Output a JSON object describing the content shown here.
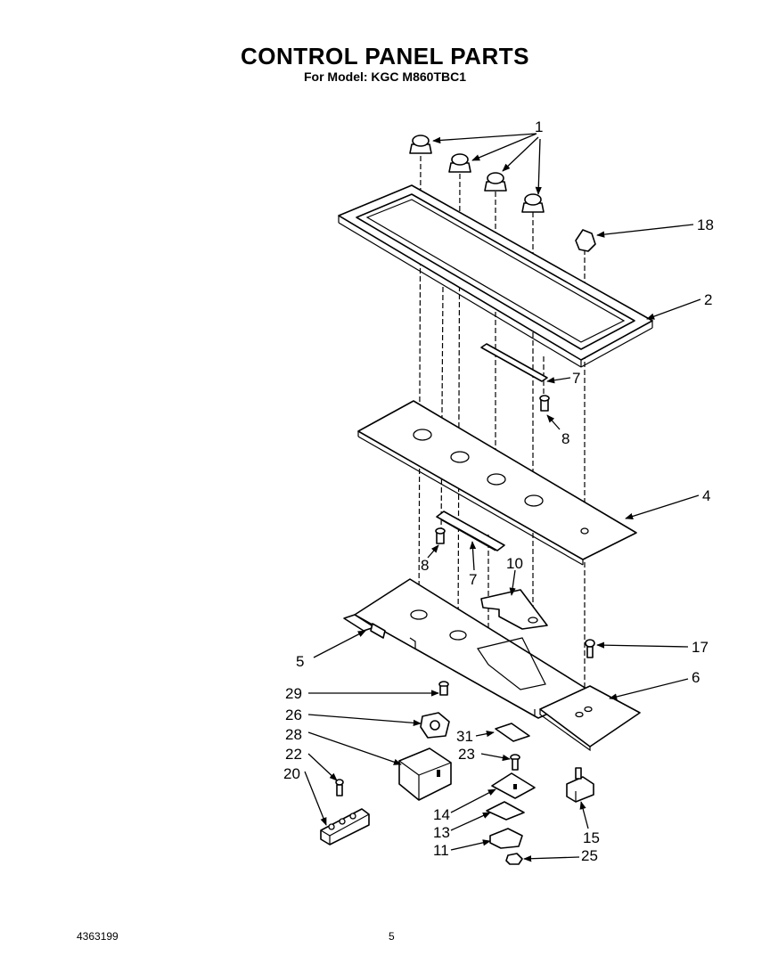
{
  "header": {
    "title": "CONTROL PANEL PARTS",
    "model_line": "For Model: KGC M860TBC1"
  },
  "footer": {
    "doc_number": "4363199",
    "page_number": "5"
  },
  "callouts": {
    "c1": "1",
    "c2": "2",
    "c4": "4",
    "c5": "5",
    "c6": "6",
    "c7a": "7",
    "c7b": "7",
    "c8a": "8",
    "c8b": "8",
    "c10": "10",
    "c11": "11",
    "c13": "13",
    "c14": "14",
    "c15": "15",
    "c17": "17",
    "c18": "18",
    "c20": "20",
    "c22": "22",
    "c23": "23",
    "c25": "25",
    "c26": "26",
    "c28": "28",
    "c29": "29",
    "c31": "31"
  }
}
